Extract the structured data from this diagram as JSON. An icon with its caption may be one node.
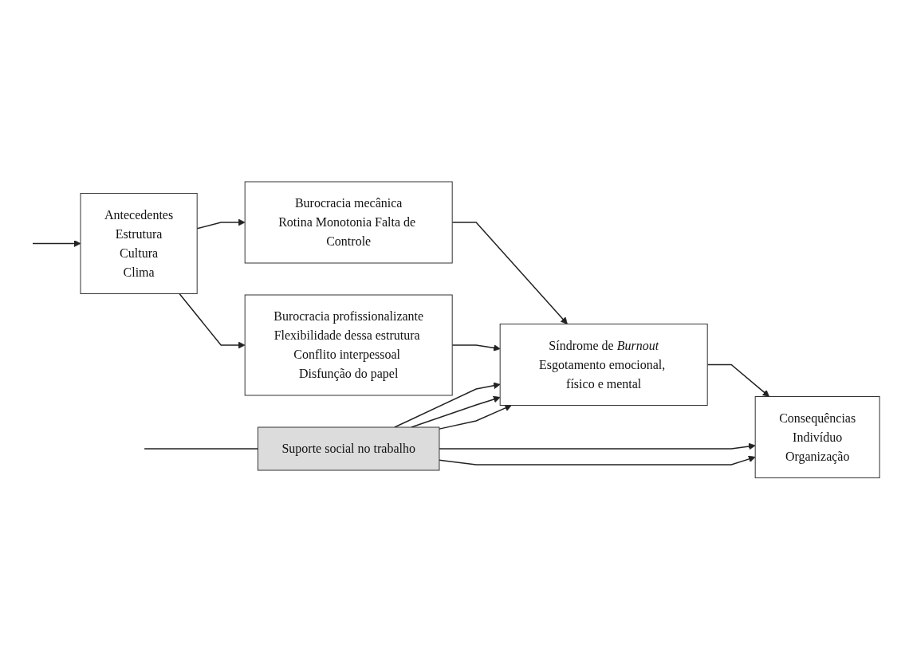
{
  "diagram": {
    "nodes": [
      {
        "text": [
          "Antecedentes",
          "Estrutura",
          "Cultura",
          "Clima"
        ]
      },
      {
        "text": [
          "Burocracia mecânica",
          "Rotina Monotonia Falta de Controle"
        ]
      },
      {
        "text": [
          "Burocracia profissionalizante",
          "Flexibilidade dessa estrutura Conflito interpessoal Disfunção do papel"
        ]
      },
      {
        "text": [
          "Síndrome de *Burnout*",
          "Esgotamento emocional, físico e mental"
        ]
      },
      {
        "text": [
          "Consequências",
          "Indivíduo",
          "Organização"
        ]
      },
      {
        "text": [
          "Suporte social no trabalho"
        ]
      }
    ],
    "edges": [
      {
        "from": null,
        "to": 0,
        "arrow": "to"
      },
      {
        "from": 0,
        "to": 1,
        "arrow": "to"
      },
      {
        "from": 0,
        "to": 2,
        "arrow": "to"
      },
      {
        "from": 1,
        "to": 3,
        "arrow": "to"
      },
      {
        "from": 2,
        "to": 3,
        "arrow": "to"
      },
      {
        "from": 3,
        "to": 4,
        "arrow": "to"
      },
      {
        "from": 5,
        "to": 3,
        "arrow": "to"
      },
      {
        "from": 5,
        "to": 3,
        "arrow": "to"
      },
      {
        "from": 5,
        "to": 3,
        "arrow": "to"
      },
      {
        "from": 5,
        "to": 4,
        "arrow": "to"
      },
      {
        "from": 5,
        "to": 4,
        "arrow": "to"
      },
      {
        "from": null,
        "to": 5,
        "arrow": "none"
      }
    ]
  }
}
